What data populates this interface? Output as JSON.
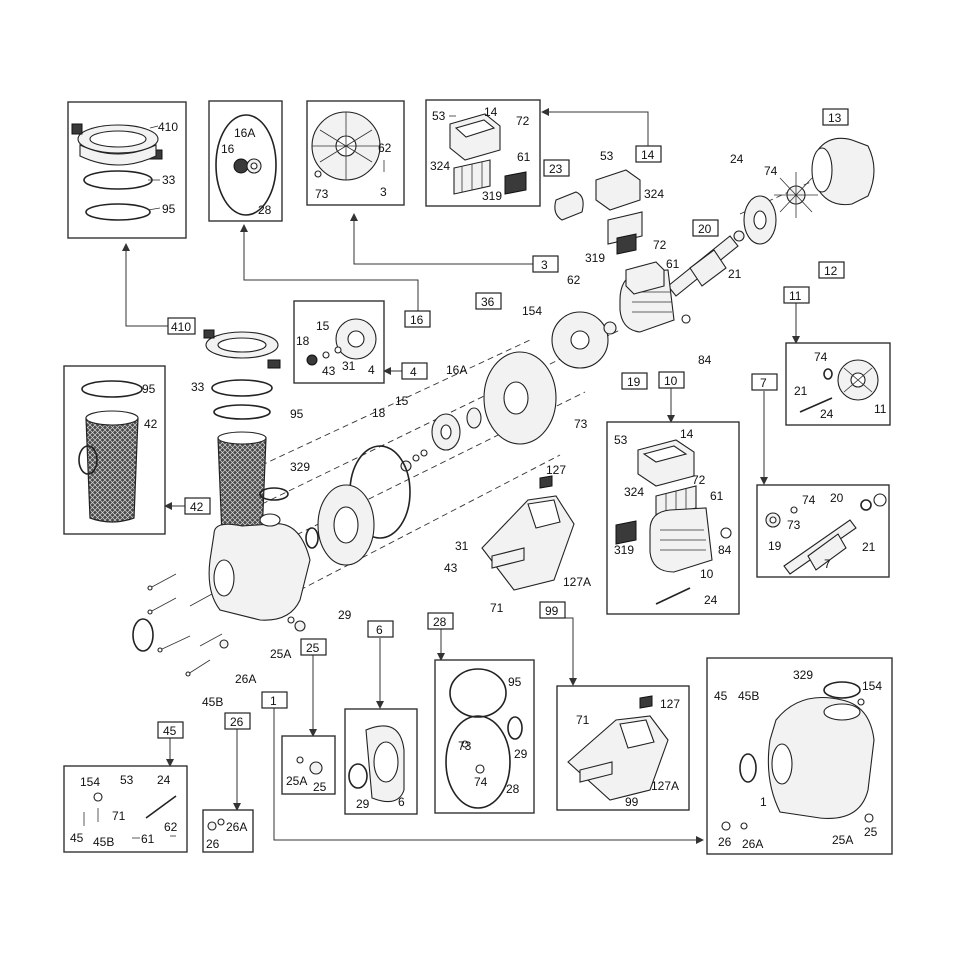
{
  "groups": {
    "g410": {
      "tag": "410",
      "labels": [
        "410",
        "33",
        "95"
      ]
    },
    "g16": {
      "tag": "16",
      "labels": [
        "16A",
        "16",
        "28"
      ]
    },
    "g3": {
      "tag": "3",
      "labels": [
        "62",
        "73",
        "3"
      ]
    },
    "g14": {
      "tag": "14",
      "labels": [
        "53",
        "14",
        "72",
        "61",
        "324",
        "319"
      ]
    },
    "g4": {
      "tag": "4",
      "labels": [
        "15",
        "18",
        "43",
        "31",
        "4"
      ]
    },
    "g42": {
      "tag": "42",
      "labels": [
        "95",
        "42"
      ]
    },
    "g11": {
      "tag": "11",
      "labels": [
        "74",
        "21",
        "24",
        "11"
      ]
    },
    "g10": {
      "tag": "10",
      "labels": [
        "53",
        "14",
        "324",
        "72",
        "61",
        "319",
        "84",
        "10",
        "24"
      ]
    },
    "g7": {
      "tag": "7",
      "labels": [
        "74",
        "20",
        "19",
        "73",
        "21",
        "7"
      ]
    },
    "g6": {
      "tag": "6",
      "labels": [
        "29",
        "6"
      ]
    },
    "g28": {
      "tag": "28",
      "labels": [
        "95",
        "73",
        "29",
        "74",
        "28"
      ]
    },
    "g99": {
      "tag": "99",
      "labels": [
        "71",
        "127",
        "99",
        "127A"
      ]
    },
    "g1": {
      "tag": "1",
      "labels": [
        "329",
        "45",
        "45B",
        "154",
        "1",
        "26",
        "26A",
        "25A",
        "25"
      ]
    },
    "g25": {
      "tag": "25",
      "labels": [
        "25A",
        "25"
      ]
    },
    "g26": {
      "tag": "26",
      "labels": [
        "26A",
        "26"
      ]
    },
    "g45": {
      "tag": "45",
      "labels": [
        "154",
        "53",
        "24",
        "71",
        "45",
        "45B",
        "61",
        "62"
      ]
    }
  },
  "main_tags": [
    "13",
    "23",
    "14",
    "20",
    "11",
    "12",
    "3",
    "19",
    "10",
    "7",
    "36",
    "16",
    "4",
    "410",
    "42",
    "6",
    "28",
    "99",
    "1",
    "25",
    "26",
    "45"
  ],
  "main_labels": [
    "24",
    "74",
    "53",
    "324",
    "319",
    "72",
    "61",
    "21",
    "62",
    "154",
    "84",
    "73",
    "16A",
    "18",
    "15",
    "127",
    "329",
    "33",
    "95",
    "29",
    "31",
    "43",
    "71",
    "127A",
    "25A",
    "26A",
    "45B"
  ]
}
